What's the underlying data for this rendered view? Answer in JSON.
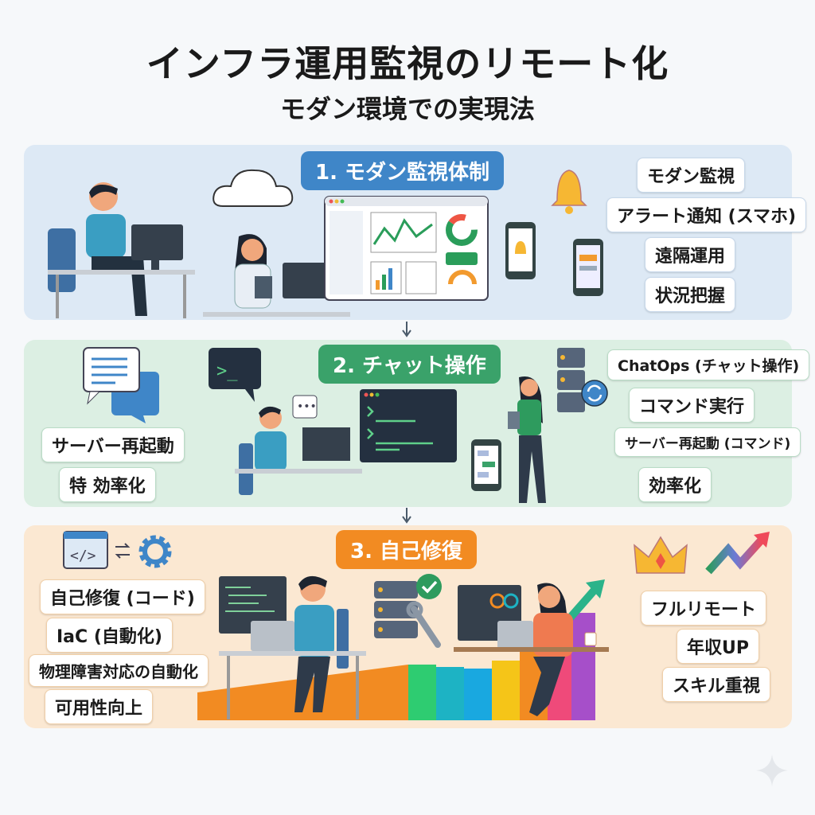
{
  "header": {
    "title": "インフラ運用監視のリモート化",
    "subtitle": "モダン環境での実現法"
  },
  "sections": [
    {
      "badge": "1. モダン監視体制",
      "color": "#3f86c8",
      "bg": "#dde9f5",
      "labels": [
        "モダン監視",
        "アラート通知 (スマホ)",
        "遠隔運用",
        "状況把握"
      ]
    },
    {
      "badge": "2. チャット操作",
      "color": "#3aa26a",
      "bg": "#dcefe3",
      "left_labels": [
        "サーバー再起動",
        "特 効率化"
      ],
      "labels": [
        "ChatOps (チャット操作)",
        "コマンド実行",
        "サーバー再起動 (コマンド)",
        "効率化"
      ]
    },
    {
      "badge": "3. 自己修復",
      "color": "#f28b22",
      "bg": "#fbe8d2",
      "left_labels": [
        "自己修復 (コード)",
        "IaC (自動化)",
        "物理障害対応の自動化",
        "可用性向上"
      ],
      "labels": [
        "フルリモート",
        "年収UP",
        "スキル重視"
      ]
    }
  ],
  "icons": [
    "cloud-icon",
    "bell-icon",
    "smartphone-icon",
    "dashboard-icon",
    "chat-bubble-icon",
    "terminal-icon",
    "server-icon",
    "refresh-icon",
    "code-icon",
    "gear-icon",
    "wrench-icon",
    "check-icon",
    "crown-icon",
    "trend-up-arrow-icon",
    "sparkle-icon"
  ]
}
